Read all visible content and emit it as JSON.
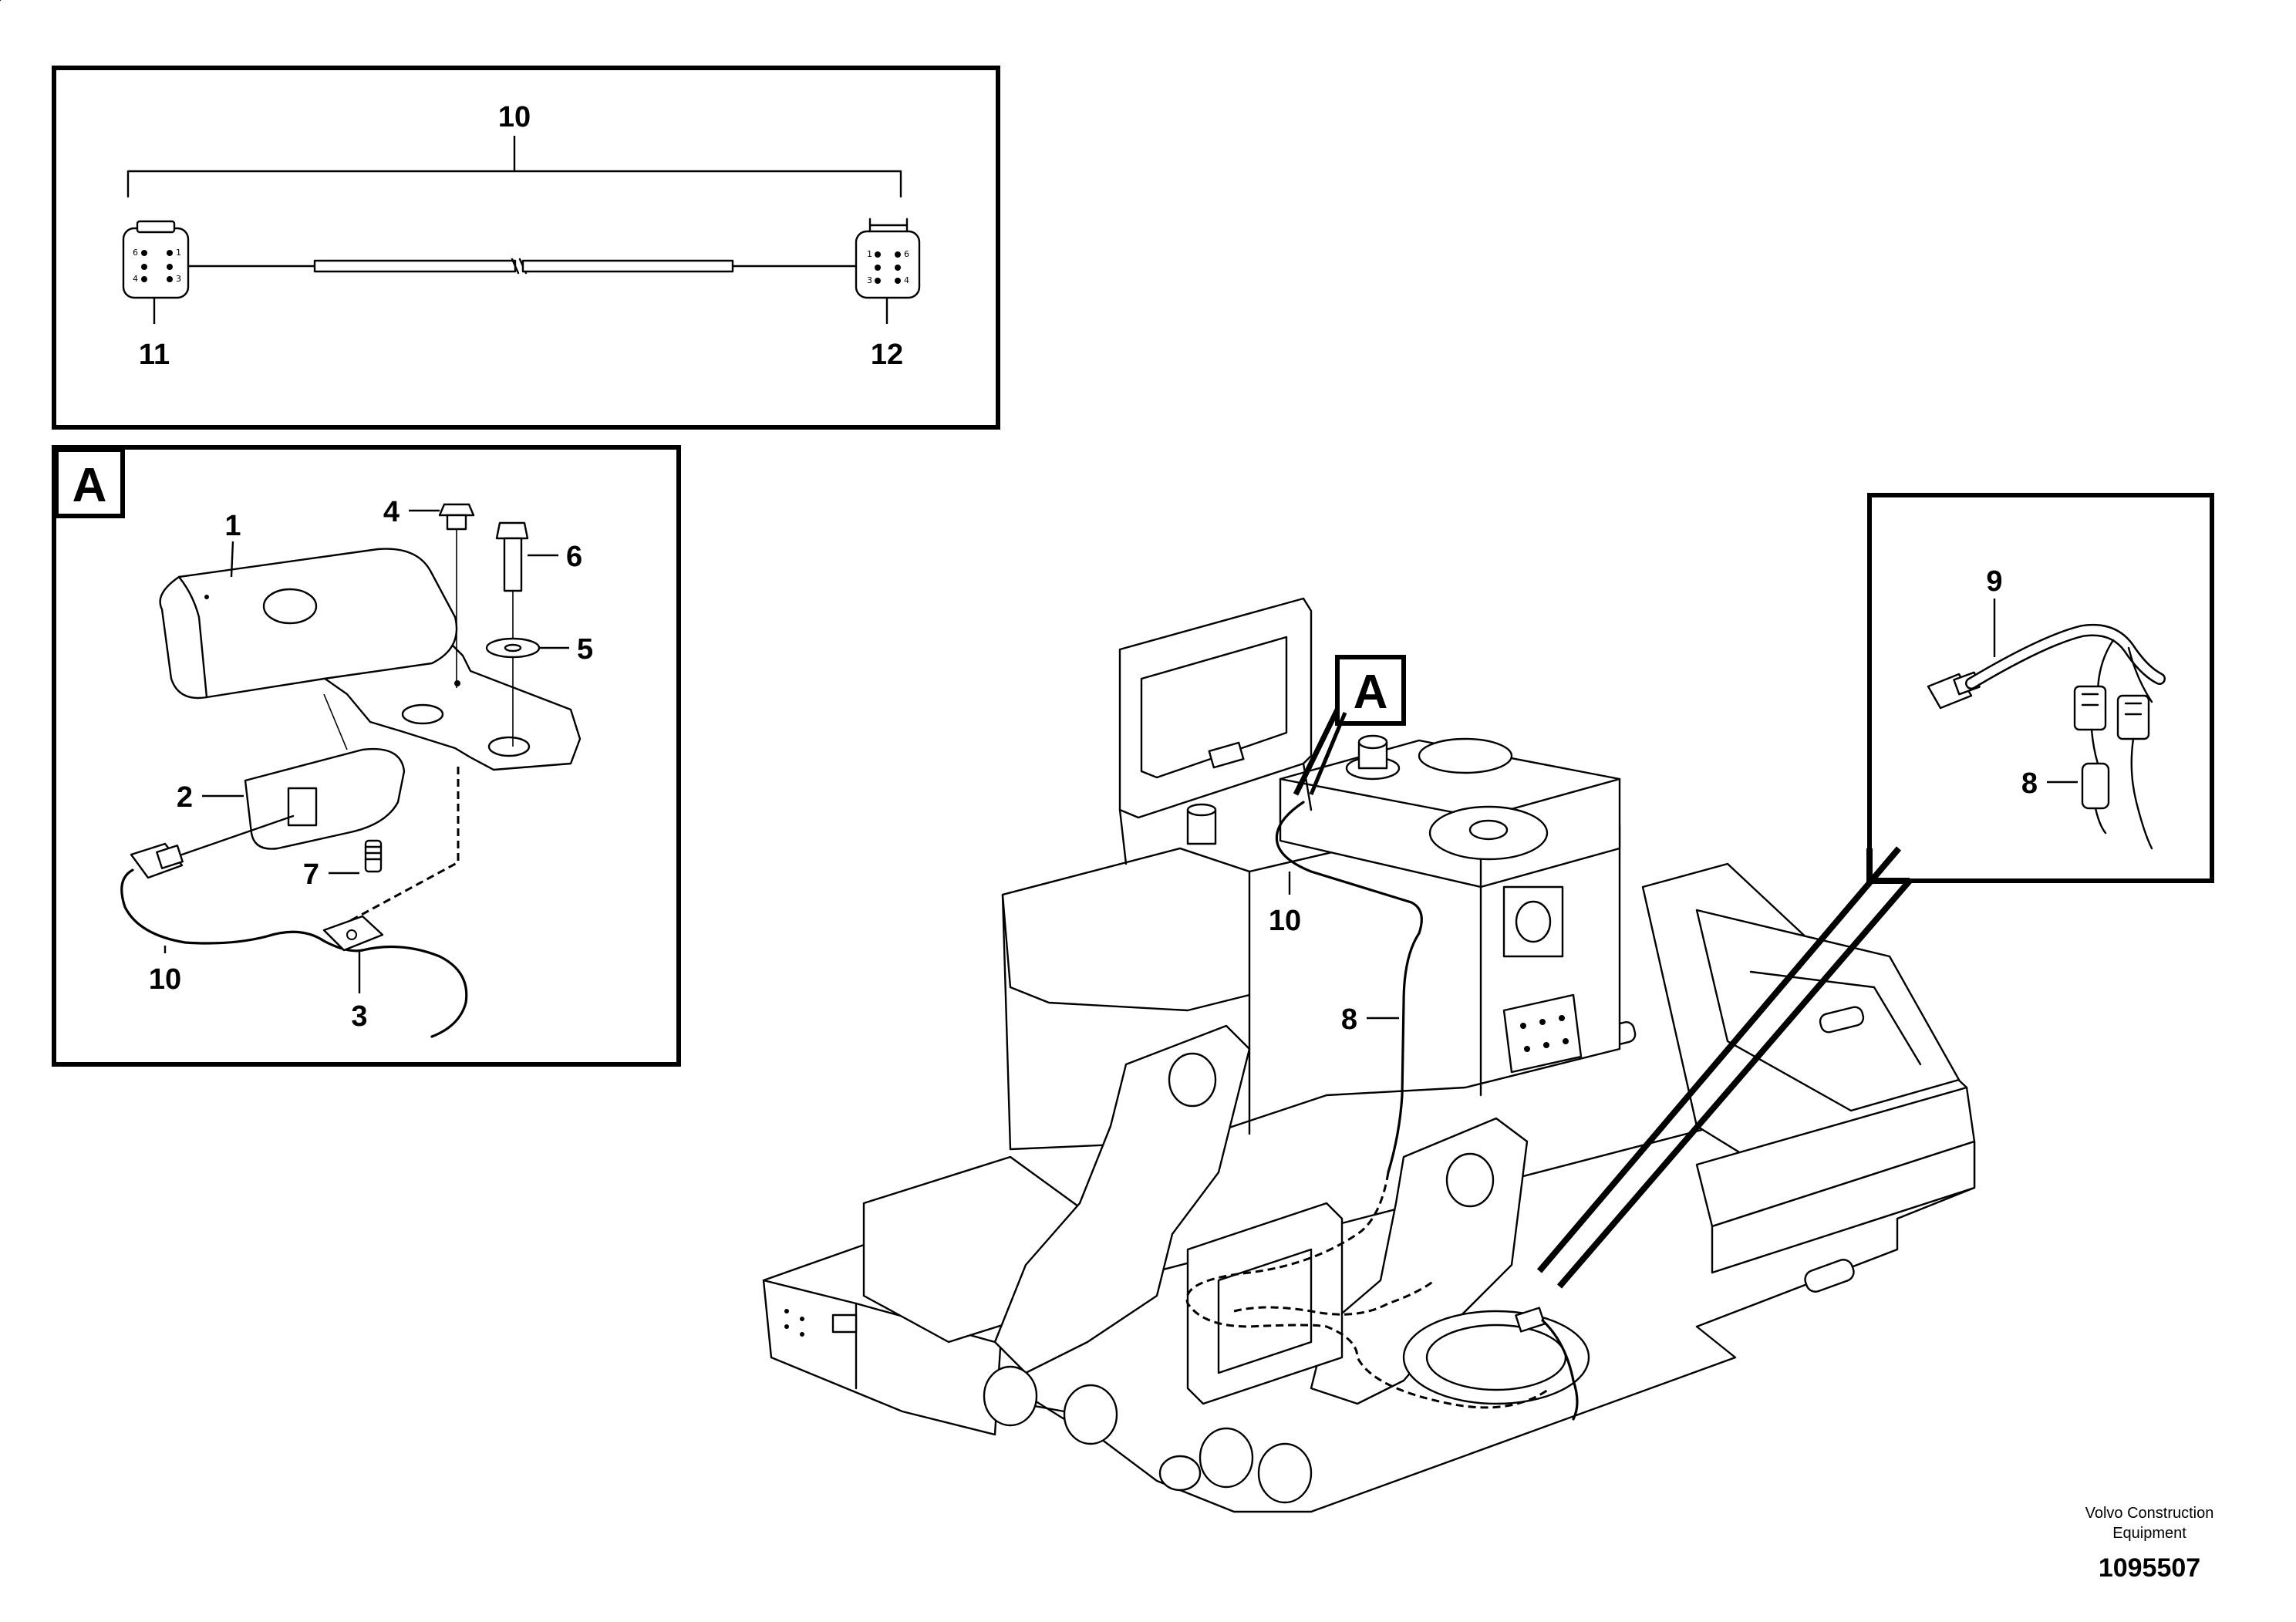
{
  "callouts": {
    "c1": "1",
    "c2": "2",
    "c3": "3",
    "c4": "4",
    "c5": "5",
    "c6": "6",
    "c7": "7",
    "c8_main": "8",
    "c8_detail": "8",
    "c9": "9",
    "c10_top": "10",
    "c10_detail": "10",
    "c10_main": "10",
    "c11": "11",
    "c12": "12"
  },
  "detail_letters": {
    "detail_box": "A",
    "main_box": "A"
  },
  "connector_pins": {
    "left": [
      "6",
      "1",
      "4",
      "3"
    ],
    "right": [
      "1",
      "6",
      "3",
      "4"
    ]
  },
  "footer": {
    "brand_line1": "Volvo Construction",
    "brand_line2": "Equipment",
    "drawing_number": "1095507"
  }
}
